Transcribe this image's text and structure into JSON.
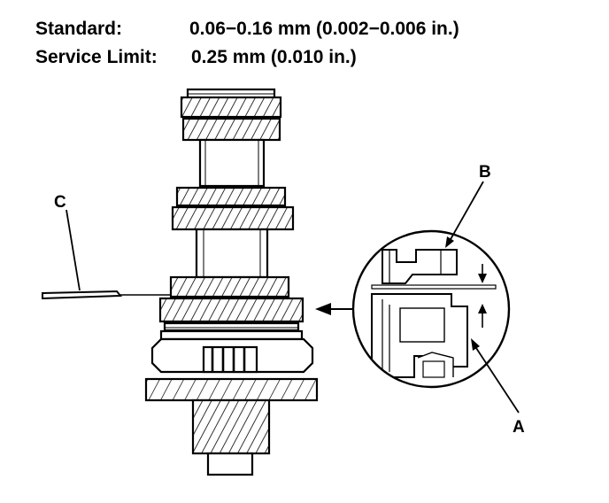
{
  "specs": {
    "standard_label": "Standard:",
    "standard_value": "0.06−0.16 mm (0.002−0.006 in.)",
    "service_limit_label": "Service Limit:",
    "service_limit_value": "0.25 mm (0.010 in.)"
  },
  "callouts": {
    "a": "A",
    "b": "B",
    "c": "C"
  }
}
